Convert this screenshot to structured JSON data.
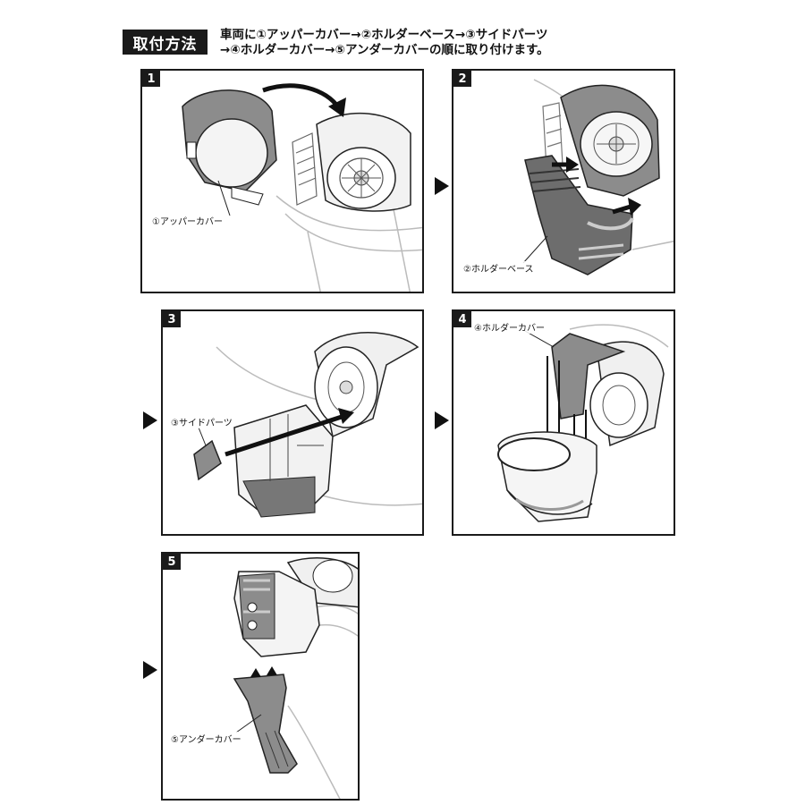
{
  "header": {
    "title": "取付方法",
    "instruction_line1": "車両に①アッパーカバー→②ホルダーベース→③サイドパーツ",
    "instruction_line2": "→④ホルダーカバー→⑤アンダーカバーの順に取り付けます。"
  },
  "steps": [
    {
      "number": "1",
      "part_label": "①アッパーカバー"
    },
    {
      "number": "2",
      "part_label": "②ホルダーベース"
    },
    {
      "number": "3",
      "part_label": "③サイドパーツ"
    },
    {
      "number": "4",
      "part_label": "④ホルダーカバー"
    },
    {
      "number": "5",
      "part_label": "⑤アンダーカバー"
    }
  ]
}
